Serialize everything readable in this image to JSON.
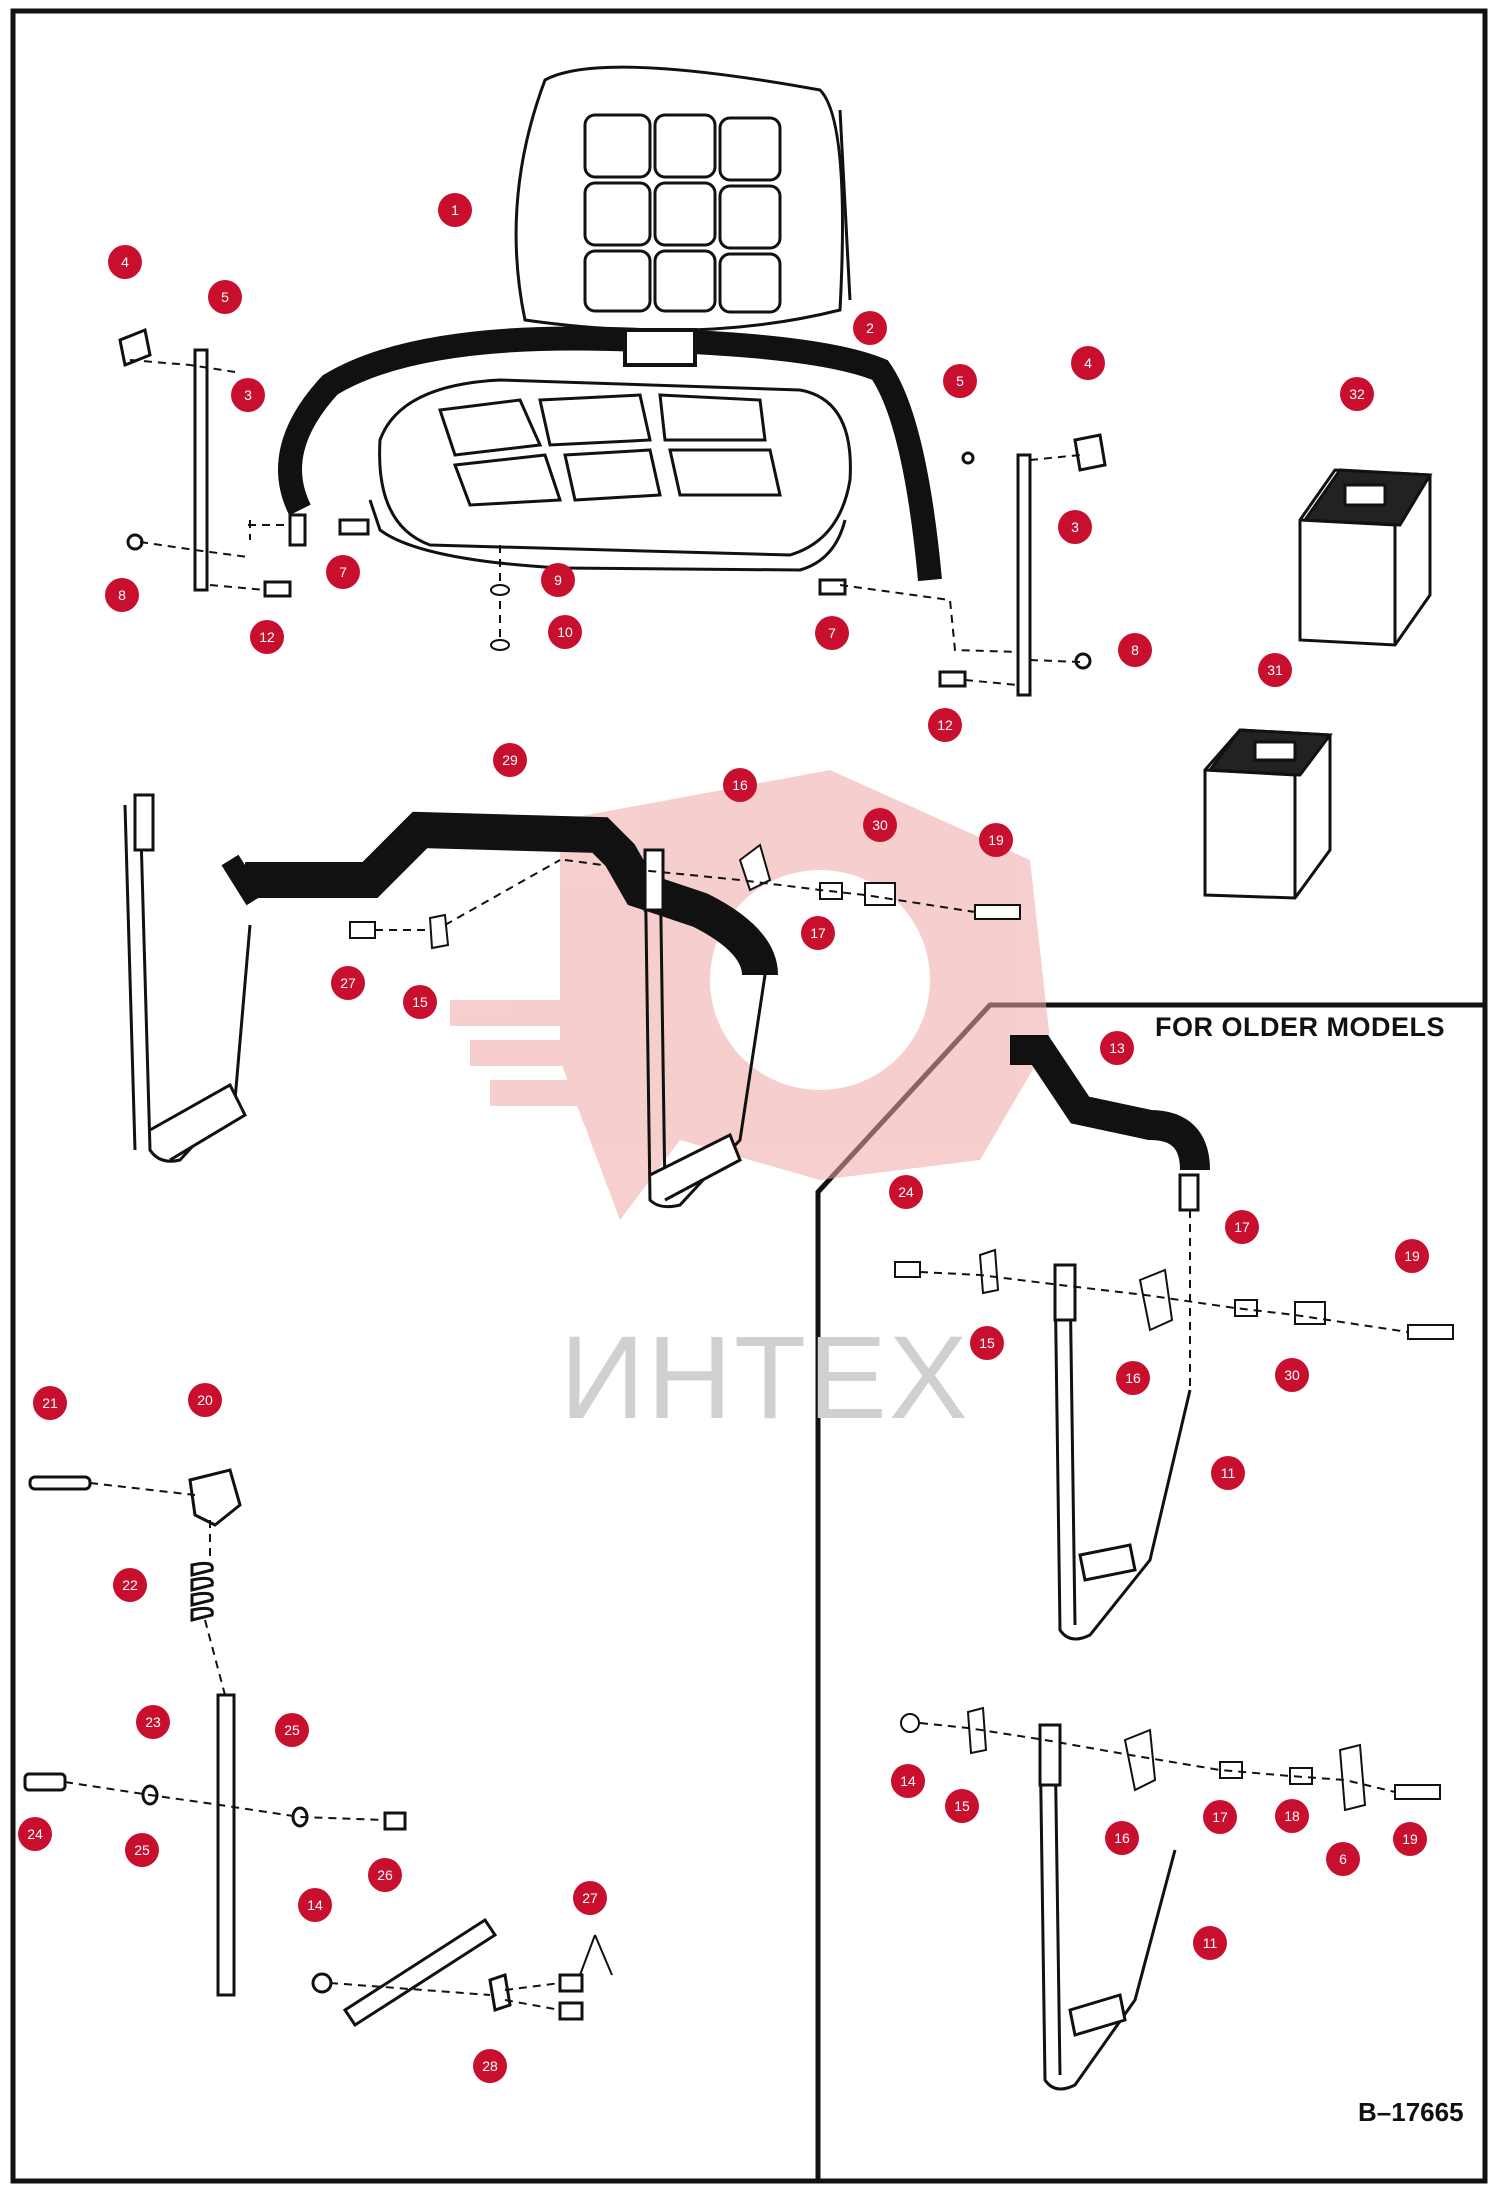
{
  "watermark": {
    "text": "ИНТЕХ"
  },
  "diagram": {
    "inset_caption": "FOR OLDER MODELS",
    "drawing_number": "B–17665",
    "callouts": [
      {
        "id": "c1",
        "number": "1"
      },
      {
        "id": "c2",
        "number": "2"
      },
      {
        "id": "c3a",
        "number": "3"
      },
      {
        "id": "c3b",
        "number": "3"
      },
      {
        "id": "c4a",
        "number": "4"
      },
      {
        "id": "c4b",
        "number": "4"
      },
      {
        "id": "c5a",
        "number": "5"
      },
      {
        "id": "c5b",
        "number": "5"
      },
      {
        "id": "c6",
        "number": "6"
      },
      {
        "id": "c7a",
        "number": "7"
      },
      {
        "id": "c7b",
        "number": "7"
      },
      {
        "id": "c8a",
        "number": "8"
      },
      {
        "id": "c8b",
        "number": "8"
      },
      {
        "id": "c9",
        "number": "9"
      },
      {
        "id": "c10",
        "number": "10"
      },
      {
        "id": "c11a",
        "number": "11"
      },
      {
        "id": "c11b",
        "number": "11"
      },
      {
        "id": "c12a",
        "number": "12"
      },
      {
        "id": "c12b",
        "number": "12"
      },
      {
        "id": "c13",
        "number": "13"
      },
      {
        "id": "c14a",
        "number": "14"
      },
      {
        "id": "c14b",
        "number": "14"
      },
      {
        "id": "c15a",
        "number": "15"
      },
      {
        "id": "c15b",
        "number": "15"
      },
      {
        "id": "c15c",
        "number": "15"
      },
      {
        "id": "c16a",
        "number": "16"
      },
      {
        "id": "c16b",
        "number": "16"
      },
      {
        "id": "c16c",
        "number": "16"
      },
      {
        "id": "c17a",
        "number": "17"
      },
      {
        "id": "c17b",
        "number": "17"
      },
      {
        "id": "c17c",
        "number": "17"
      },
      {
        "id": "c18",
        "number": "18"
      },
      {
        "id": "c19a",
        "number": "19"
      },
      {
        "id": "c19b",
        "number": "19"
      },
      {
        "id": "c19c",
        "number": "19"
      },
      {
        "id": "c20",
        "number": "20"
      },
      {
        "id": "c21",
        "number": "21"
      },
      {
        "id": "c22",
        "number": "22"
      },
      {
        "id": "c23",
        "number": "23"
      },
      {
        "id": "c24a",
        "number": "24"
      },
      {
        "id": "c24b",
        "number": "24"
      },
      {
        "id": "c25a",
        "number": "25"
      },
      {
        "id": "c25b",
        "number": "25"
      },
      {
        "id": "c26",
        "number": "26"
      },
      {
        "id": "c27a",
        "number": "27"
      },
      {
        "id": "c27b",
        "number": "27"
      },
      {
        "id": "c28",
        "number": "28"
      },
      {
        "id": "c29",
        "number": "29"
      },
      {
        "id": "c30a",
        "number": "30"
      },
      {
        "id": "c30b",
        "number": "30"
      },
      {
        "id": "c31",
        "number": "31"
      },
      {
        "id": "c32",
        "number": "32"
      }
    ]
  },
  "colors": {
    "callout_fill": "#c8102e",
    "callout_text": "#ffffff",
    "line": "#111111",
    "watermark": "#f4b8b8"
  }
}
